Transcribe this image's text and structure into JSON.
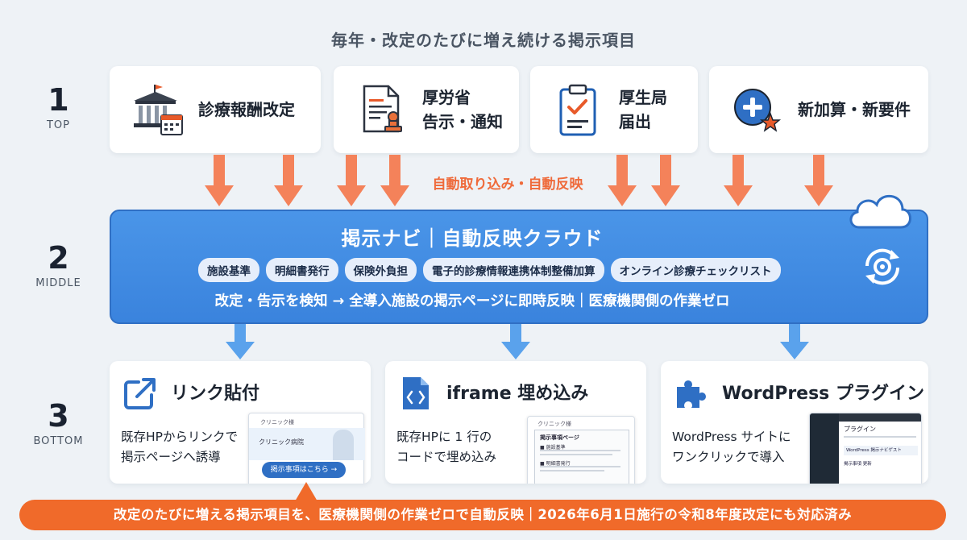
{
  "header": {
    "title": "毎年・改定のたびに増え続ける掲示項目"
  },
  "levels": [
    {
      "num": "1",
      "label": "TOP"
    },
    {
      "num": "2",
      "label": "MIDDLE"
    },
    {
      "num": "3",
      "label": "BOTTOM"
    }
  ],
  "sources": [
    {
      "line1": "診療報酬改定",
      "line2": "",
      "icon": "government-building-calendar-icon"
    },
    {
      "line1": "厚労省",
      "line2": "告示・通知",
      "icon": "document-stamp-icon"
    },
    {
      "line1": "厚生局",
      "line2": "届出",
      "icon": "clipboard-check-icon"
    },
    {
      "line1": "新加算・新要件",
      "line2": "",
      "icon": "plus-star-icon"
    }
  ],
  "flow_label": "自動取り込み・自動反映",
  "platform": {
    "title": "掲示ナビ｜自動反映クラウド",
    "chips": [
      "施設基準",
      "明細書発行",
      "保険外負担",
      "電子的診療情報連携体制整備加算",
      "オンライン診療チェックリスト"
    ],
    "subtitle": "改定・告示を検知 → 全導入施設の掲示ページに即時反映｜医療機関側の作業ゼロ",
    "icons": [
      "cloud-icon",
      "sync-gear-icon"
    ]
  },
  "methods": [
    {
      "title": "リンク貼付",
      "desc1": "既存HPからリンクで",
      "desc2": "掲示ページへ誘導",
      "icon": "external-link-icon",
      "mock": {
        "brand": "クリニック様",
        "hero": "クリニック病院",
        "button": "掲示事項はこちら →"
      }
    },
    {
      "title": "iframe 埋め込み",
      "desc1": "既存HPに 1 行の",
      "desc2": "コードで埋め込み",
      "icon": "code-file-icon",
      "mock": {
        "brand": "クリニック様",
        "heading": "掲示事項ページ",
        "section1": "■ 施設基準",
        "section2": "■ 明細書発行"
      }
    },
    {
      "title": "WordPress プラグイン",
      "desc1": "WordPress サイトに",
      "desc2": "ワンクリックで導入",
      "icon": "puzzle-piece-icon",
      "mock": {
        "heading": "プラグイン",
        "item": "WordPress 掲示ナビゲスト",
        "item2": "掲示事項 更新"
      }
    }
  ],
  "footer": "改定のたびに増える掲示項目を、医療機関側の作業ゼロで自動反映｜2026年6月1日施行の令和8年度改定にも対応済み",
  "colors": {
    "accent_orange": "#f06a2a",
    "arrow_orange": "#f4825a",
    "platform_blue": "#3a83dd",
    "arrow_blue": "#5aa2ec"
  }
}
